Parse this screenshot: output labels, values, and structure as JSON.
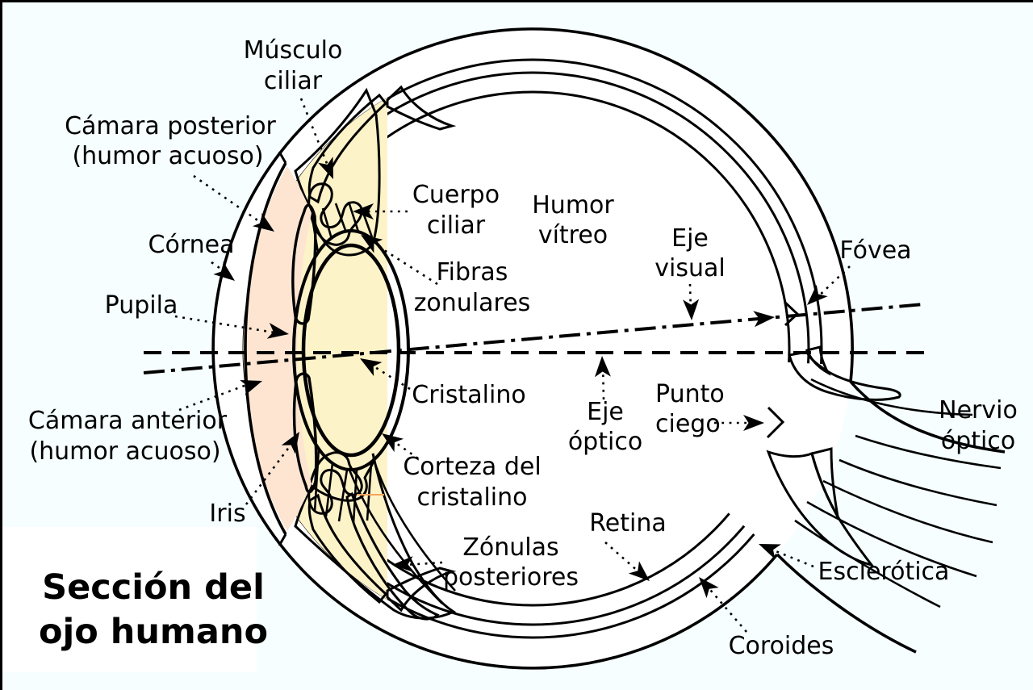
{
  "diagram": {
    "title": {
      "lines": [
        "Sección del",
        "ojo humano"
      ]
    },
    "labels": {
      "musculo_ciliar": {
        "lines": [
          "Músculo",
          "ciliar"
        ]
      },
      "camara_posterior": {
        "lines": [
          "Cámara posterior",
          "(humor acuoso)"
        ]
      },
      "cornea": {
        "lines": [
          "Córnea"
        ]
      },
      "pupila": {
        "lines": [
          "Pupila"
        ]
      },
      "camara_anterior": {
        "lines": [
          "Cámara anterior",
          "(humor acuoso)"
        ]
      },
      "iris": {
        "lines": [
          "Iris"
        ]
      },
      "cuerpo_ciliar": {
        "lines": [
          "Cuerpo",
          "ciliar"
        ]
      },
      "fibras_zonulares": {
        "lines": [
          "Fibras",
          "zonulares"
        ]
      },
      "humor_vitreo": {
        "lines": [
          "Humor",
          "vítreo"
        ]
      },
      "eje_visual": {
        "lines": [
          "Eje",
          "visual"
        ]
      },
      "fovea": {
        "lines": [
          "Fóvea"
        ]
      },
      "cristalino": {
        "lines": [
          "Cristalino"
        ]
      },
      "eje_optico": {
        "lines": [
          "Eje",
          "óptico"
        ]
      },
      "punto_ciego": {
        "lines": [
          "Punto",
          "ciego"
        ]
      },
      "nervio_optico": {
        "lines": [
          "Nervio",
          "óptico"
        ]
      },
      "corteza_cristalino": {
        "lines": [
          "Corteza del",
          "cristalino"
        ]
      },
      "zonulas_posteriores": {
        "lines": [
          "Zónulas",
          "posteriores"
        ]
      },
      "retina": {
        "lines": [
          "Retina"
        ]
      },
      "esclerotica": {
        "lines": [
          "Esclerótica"
        ]
      },
      "coroides": {
        "lines": [
          "Coroides"
        ]
      }
    },
    "colors": {
      "background": "#f6feff",
      "sclera": "#ffffff",
      "choroid": "#fba8a8",
      "retina": "#fbcfa4",
      "vitreous": "#fdf3c8",
      "ciliary_muscle": "#f5a55e",
      "iris": "#f8a8b4",
      "anterior_chamber": "#fde5d2",
      "lens": "#ffffff",
      "outline": "#000000",
      "title_backdrop": "#ffffff"
    }
  }
}
